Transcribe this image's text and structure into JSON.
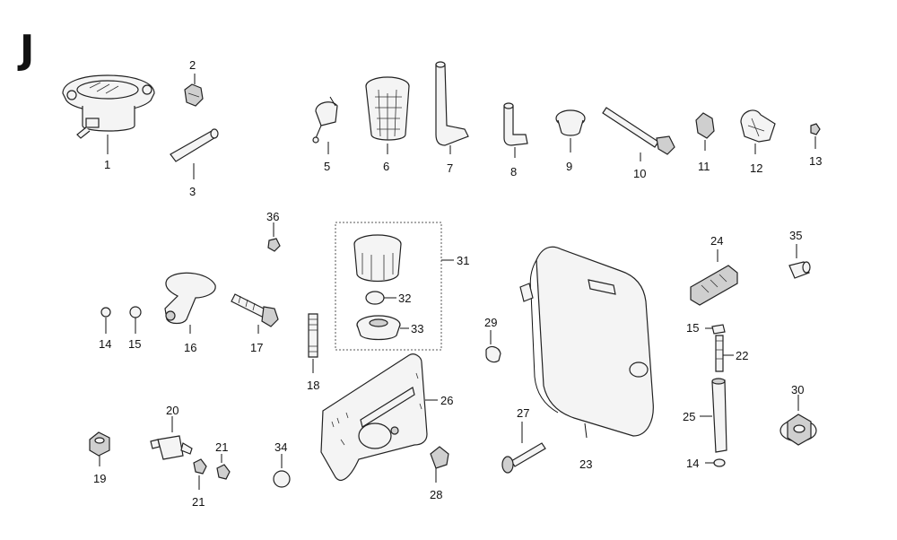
{
  "diagram": {
    "section_letter": "J",
    "callouts": {
      "p1": "1",
      "p2": "2",
      "p3": "3",
      "p5": "5",
      "p6": "6",
      "p7": "7",
      "p8": "8",
      "p9": "9",
      "p10": "10",
      "p11": "11",
      "p12": "12",
      "p13": "13",
      "p14a": "14",
      "p14b": "14",
      "p15a": "15",
      "p15b": "15",
      "p16": "16",
      "p17": "17",
      "p18": "18",
      "p19": "19",
      "p20": "20",
      "p21a": "21",
      "p21b": "21",
      "p22": "22",
      "p23": "23",
      "p24": "24",
      "p25": "25",
      "p26": "26",
      "p27": "27",
      "p28": "28",
      "p29": "29",
      "p30": "30",
      "p31": "31",
      "p32": "32",
      "p33": "33",
      "p34": "34",
      "p35": "35",
      "p36": "36"
    }
  }
}
